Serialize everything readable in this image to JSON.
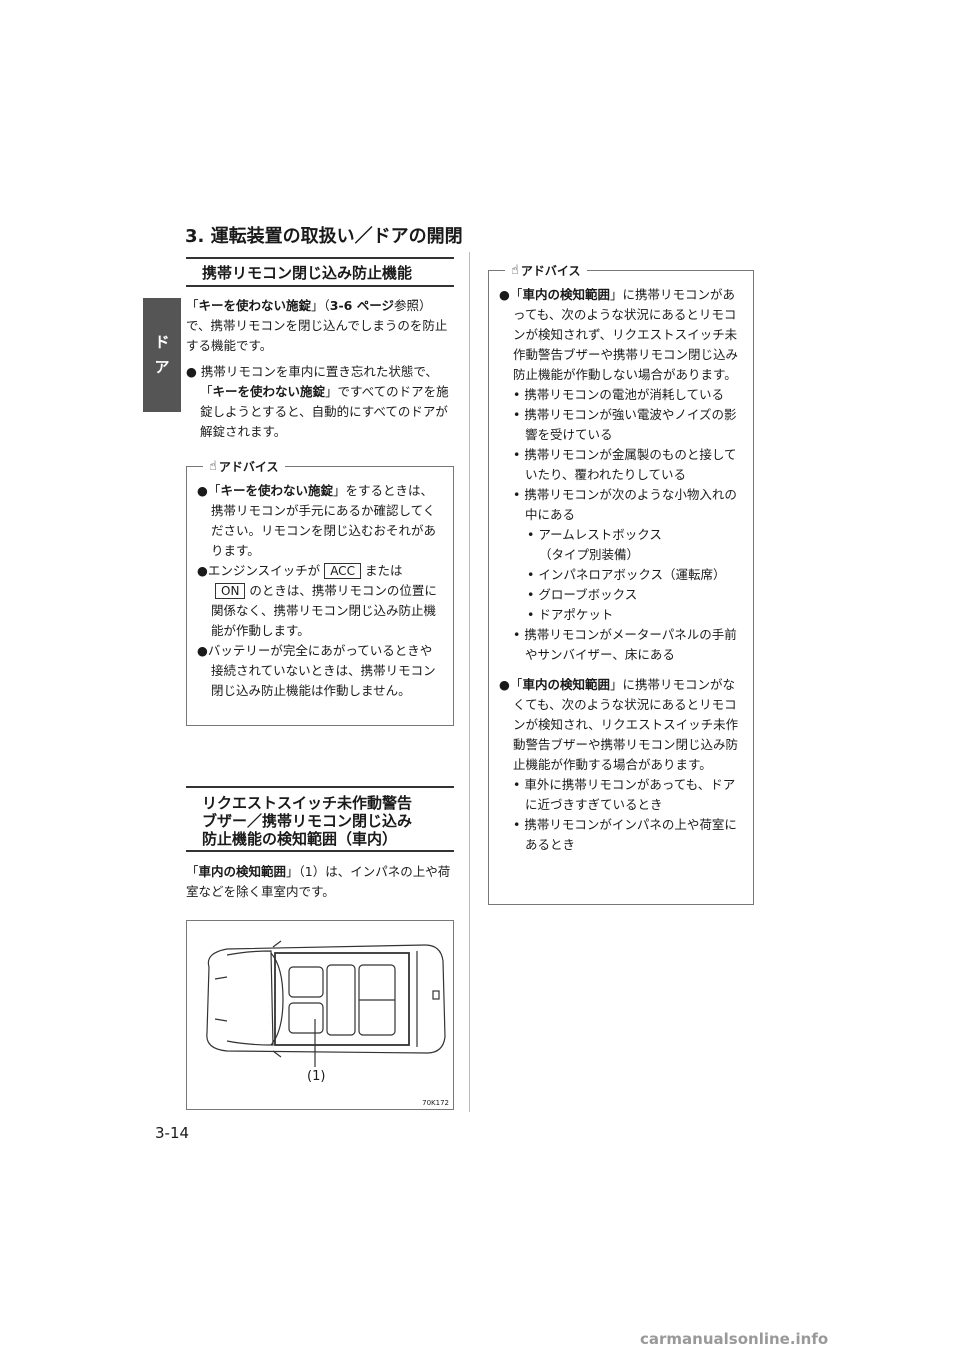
{
  "side_tab": {
    "line1": "ド",
    "line2": "ア"
  },
  "chapter_title": "3. 運転装置の取扱い／ドアの開閉",
  "section1": {
    "title": "携帯リモコン閉じ込み防止機能",
    "intro_q1": "「",
    "intro_key": "キーを使わない施錠",
    "intro_q2": "」（",
    "intro_ref": "3-6 ページ",
    "intro_rest": "参照）で、携帯リモコンを閉じ込んでしまうのを防止する機能です。",
    "bullet_pre": "携帯リモコンを車内に置き忘れた状態で、「",
    "bullet_key": "キーを使わない施錠",
    "bullet_post": "」ですべてのドアを施錠しようとすると、自動的にすべてのドアが解錠されます。"
  },
  "advice_label": "アドバイス",
  "advice1": {
    "b1_q": "「",
    "b1_key": "キーを使わない施錠",
    "b1_rest": "」をするときは、携帯リモコンが手元にあるか確認してください。リモコンを閉じ込むおそれがあります。",
    "b2_pre": "エンジンスイッチが",
    "b2_acc": "ACC",
    "b2_mid": "または",
    "b2_on": "ON",
    "b2_rest": "のときは、携帯リモコンの位置に関係なく、携帯リモコン閉じ込み防止機能が作動します。",
    "b3": "バッテリーが完全にあがっているときや接続されていないときは、携帯リモコン閉じ込み防止機能は作動しません。"
  },
  "section2": {
    "title_line1": "リクエストスイッチ未作動警告",
    "title_line2": "ブザー／携帯リモコン閉じ込み",
    "title_line3": "防止機能の検知範囲（車内）",
    "intro_q": "「",
    "intro_key": "車内の検知範囲",
    "intro_rest": "」（1）は、インパネの上や荷室などを除く車室内です。"
  },
  "figure": {
    "label": "(1)",
    "code": "70K172"
  },
  "advice2": {
    "b1_q": "「",
    "b1_key": "車内の検知範囲",
    "b1_rest": "」に携帯リモコンがあっても、次のような状況にあるとリモコンが検知されず、リクエストスイッチ未作動警告ブザーや携帯リモコン閉じ込み防止機能が作動しない場合があります。",
    "s1": "携帯リモコンの電池が消耗している",
    "s2": "携帯リモコンが強い電波やノイズの影響を受けている",
    "s3": "携帯リモコンが金属製のものと接していたり、覆われたりしている",
    "s4": "携帯リモコンが次のような小物入れの中にある",
    "ss1a": "アームレストボックス",
    "ss1b": "（タイプ別装備）",
    "ss2": "インパネロアボックス（運転席）",
    "ss3": "グローブボックス",
    "ss4": "ドアポケット",
    "s5": "携帯リモコンがメーターパネルの手前やサンバイザー、床にある",
    "b2_q": "「",
    "b2_key": "車内の検知範囲",
    "b2_rest": "」に携帯リモコンがなくても、次のような状況にあるとリモコンが検知され、リクエストスイッチ未作動警告ブザーや携帯リモコン閉じ込み防止機能が作動する場合があります。",
    "t1": "車外に携帯リモコンがあっても、ドアに近づきすぎているとき",
    "t2": "携帯リモコンがインパネの上や荷室にあるとき"
  },
  "page_number": "3-14",
  "watermark": "carmanualsonline.info"
}
